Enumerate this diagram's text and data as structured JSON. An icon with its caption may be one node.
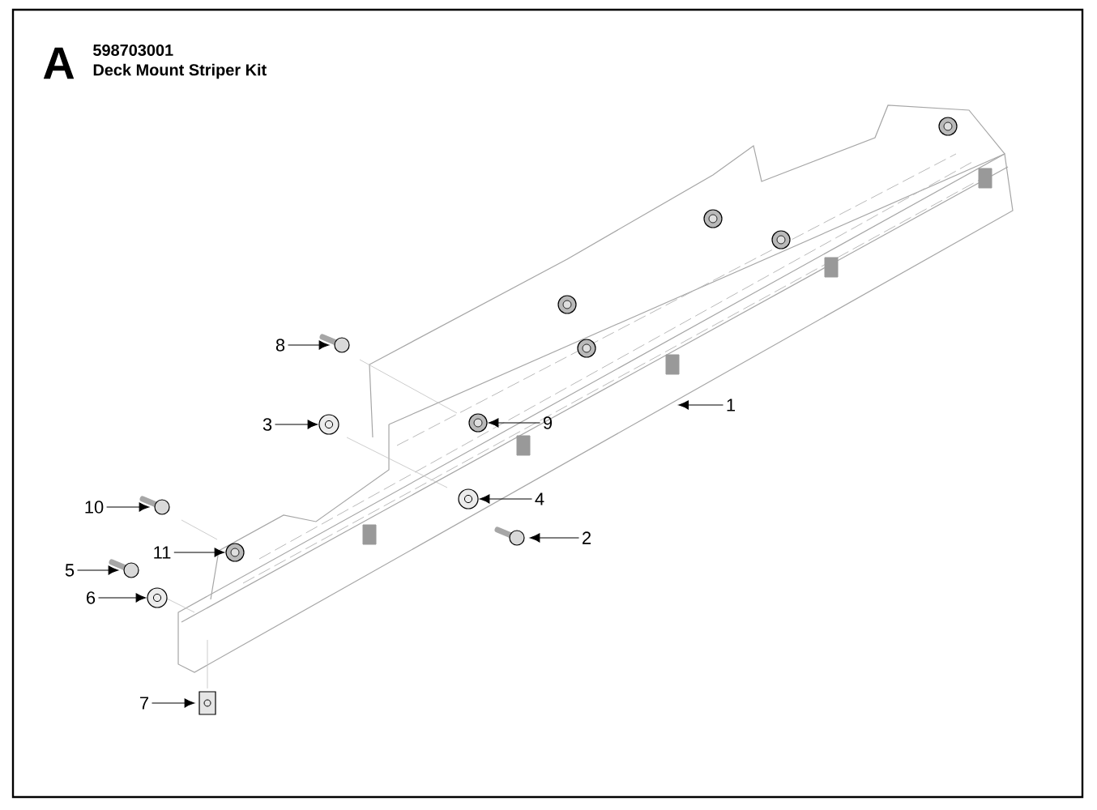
{
  "diagram": {
    "title": "Deck Mount Striper Kit",
    "nodes": [
      {
        "text": [
          "8"
        ]
      },
      {
        "text": [
          "3"
        ]
      },
      {
        "text": [
          "9"
        ]
      },
      {
        "text": [
          "1"
        ]
      },
      {
        "text": [
          "4"
        ]
      },
      {
        "text": [
          "2"
        ]
      },
      {
        "text": [
          "10"
        ]
      },
      {
        "text": [
          "11"
        ]
      },
      {
        "text": [
          "5"
        ]
      },
      {
        "text": [
          "6"
        ]
      },
      {
        "text": [
          "7"
        ]
      },
      {
        "text": [],
        "shape": "bolt"
      },
      {
        "text": [],
        "shape": "washer"
      },
      {
        "text": [],
        "shape": "nut"
      },
      {
        "text": [],
        "shape": "washer"
      },
      {
        "text": [],
        "shape": "bolt"
      },
      {
        "text": [],
        "shape": "bolt"
      },
      {
        "text": [],
        "shape": "nut"
      },
      {
        "text": [],
        "shape": "bolt"
      },
      {
        "text": [],
        "shape": "washer"
      },
      {
        "text": [],
        "shape": "clip"
      }
    ],
    "edges": [
      {
        "from": 0,
        "to": 11,
        "arrow": "to"
      },
      {
        "from": 1,
        "to": 12,
        "arrow": "to"
      },
      {
        "from": 2,
        "to": 13,
        "arrow": "to"
      },
      {
        "from": 3,
        "to": null,
        "arrow": "to"
      },
      {
        "from": 4,
        "to": 14,
        "arrow": "to"
      },
      {
        "from": 5,
        "to": 15,
        "arrow": "to"
      },
      {
        "from": 6,
        "to": 16,
        "arrow": "to"
      },
      {
        "from": 7,
        "to": 17,
        "arrow": "to"
      },
      {
        "from": 8,
        "to": 18,
        "arrow": "to"
      },
      {
        "from": 9,
        "to": 19,
        "arrow": "to"
      },
      {
        "from": 10,
        "to": 20,
        "arrow": "to"
      }
    ],
    "labels": [
      "A",
      "598703001"
    ]
  }
}
